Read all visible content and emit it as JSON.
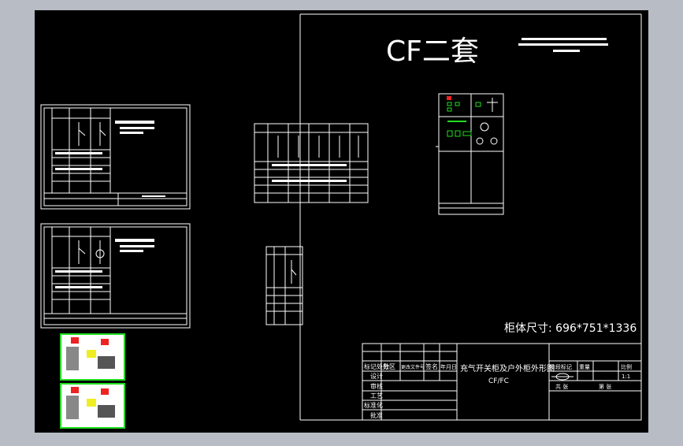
{
  "drawing": {
    "title": "CF二套",
    "cabinet_size_label": "柜体尺寸: 696*751*1336",
    "title_block": {
      "drawing_name": "充气开关柜及户外柜外形图",
      "drawing_code": "CF/FC",
      "rows_left": [
        "标记处数",
        "设计",
        "审核",
        "工艺",
        "标准化",
        "批准"
      ],
      "header_cells": [
        "分区",
        "更改文件号",
        "签名",
        "年月日"
      ],
      "right_labels": [
        "阶段标记",
        "重量",
        "比例",
        "共 张",
        "第 张"
      ],
      "scale": "1:1"
    }
  },
  "colors": {
    "background": "#000000",
    "frame": "#ffffff",
    "green": "#22dd22",
    "red": "#ee2222",
    "yellow": "#eeee22"
  }
}
